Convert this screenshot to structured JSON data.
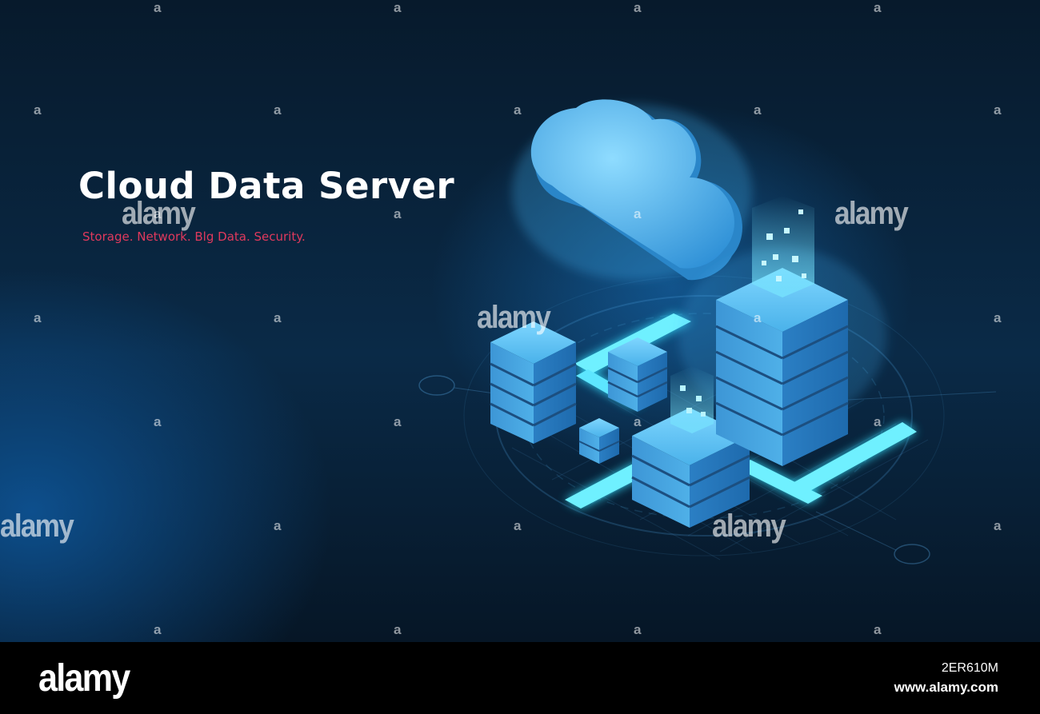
{
  "hero": {
    "title": "Cloud Data Server",
    "subtitle": "Storage. Network. Blg Data. Security."
  },
  "watermarks": {
    "brand": "alamy",
    "mini": "a"
  },
  "footer": {
    "logo": "alamy",
    "image_id": "2ER610M",
    "url": "www.alamy.com"
  },
  "colors": {
    "background": "#071a2c",
    "accent_glow": "#36e1ff",
    "subtitle": "#e0395d",
    "footer_bg": "#000000"
  },
  "icons": [
    "cloud-icon",
    "server-rack-icon",
    "data-tower-icon"
  ]
}
